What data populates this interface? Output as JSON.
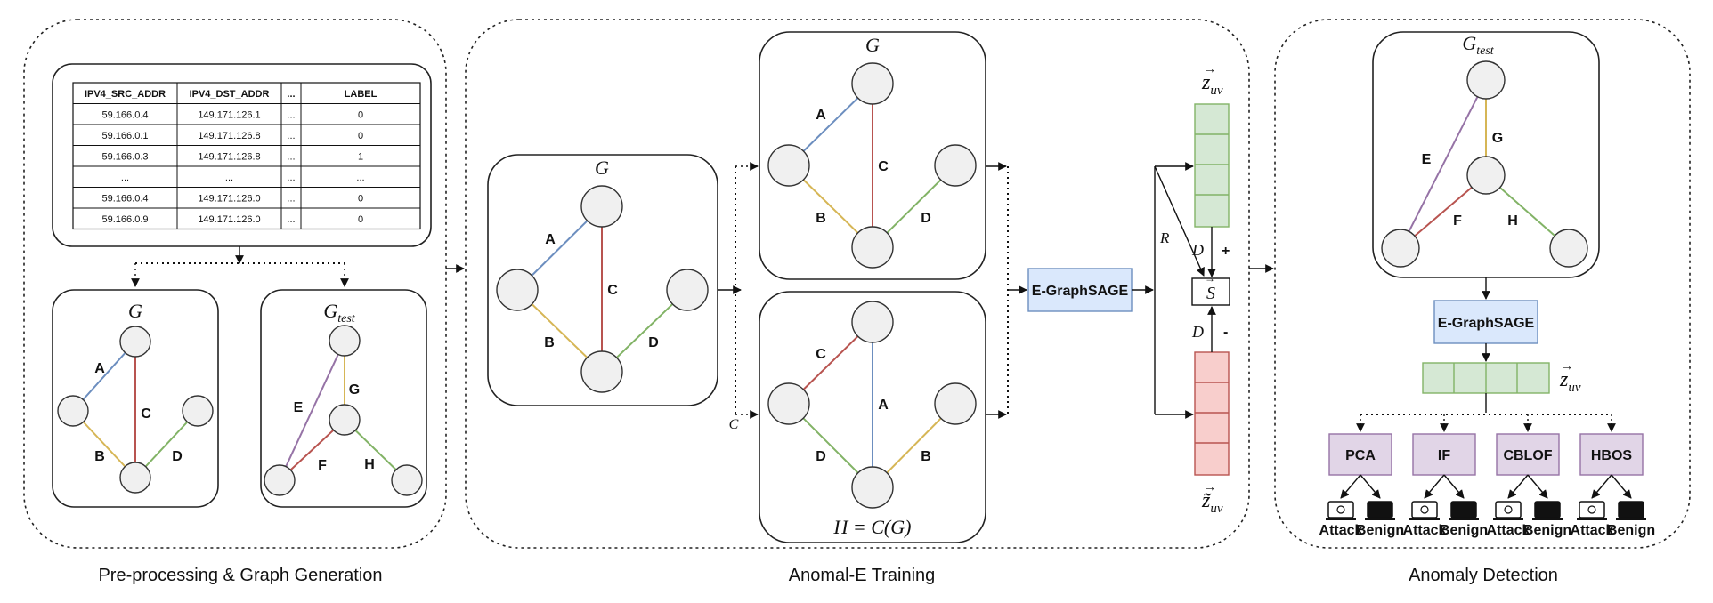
{
  "sections": {
    "preprocessing": "Pre-processing & Graph Generation",
    "training": "Anomal-E Training",
    "detection": "Anomaly Detection"
  },
  "table": {
    "headers": [
      "IPV4_SRC_ADDR",
      "IPV4_DST_ADDR",
      "...",
      "LABEL"
    ],
    "rows": [
      [
        "59.166.0.4",
        "149.171.126.1",
        "...",
        "0"
      ],
      [
        "59.166.0.1",
        "149.171.126.8",
        "...",
        "0"
      ],
      [
        "59.166.0.3",
        "149.171.126.8",
        "...",
        "1"
      ],
      [
        "...",
        "...",
        "...",
        "..."
      ],
      [
        "59.166.0.4",
        "149.171.126.0",
        "...",
        "0"
      ],
      [
        "59.166.0.9",
        "149.171.126.0",
        "...",
        "0"
      ]
    ]
  },
  "graphs": {
    "g_label": "G",
    "gtest_label": "G",
    "gtest_sub": "test",
    "h_label": "H = C(G)",
    "edge_labels_g": [
      "A",
      "B",
      "C",
      "D"
    ],
    "edge_labels_gtest": [
      "E",
      "F",
      "G",
      "H"
    ],
    "edge_labels_h": [
      "C",
      "A",
      "D",
      "B"
    ]
  },
  "training": {
    "corruption_label": "C",
    "encoder_label": "E-GraphSAGE",
    "readout_label": "R",
    "discriminator_label": "D",
    "summary_label": "S",
    "plus": "+",
    "minus": "-",
    "z_pos": "z",
    "z_sub": "uv",
    "z_neg": "z̃",
    "z_neg_sub": "uv"
  },
  "detection": {
    "encoder_label": "E-GraphSAGE",
    "z_label": "z",
    "z_sub": "uv",
    "algorithms": [
      "PCA",
      "IF",
      "CBLOF",
      "HBOS"
    ],
    "outputs": [
      "Attack",
      "Benign"
    ]
  },
  "colors": {
    "edge_blue": "#6c8ebf",
    "edge_red": "#b85450",
    "edge_yellow": "#d6b656",
    "edge_green": "#82b366",
    "edge_purple": "#9673a6",
    "node_fill": "#f0f0f0",
    "encoder_fill": "#dae8fc",
    "encoder_stroke": "#6c8ebf",
    "pos_fill": "#d5e8d4",
    "pos_stroke": "#82b366",
    "neg_fill": "#f8cecc",
    "neg_stroke": "#b85450",
    "algo_fill": "#e1d5e7",
    "algo_stroke": "#9673a6"
  }
}
